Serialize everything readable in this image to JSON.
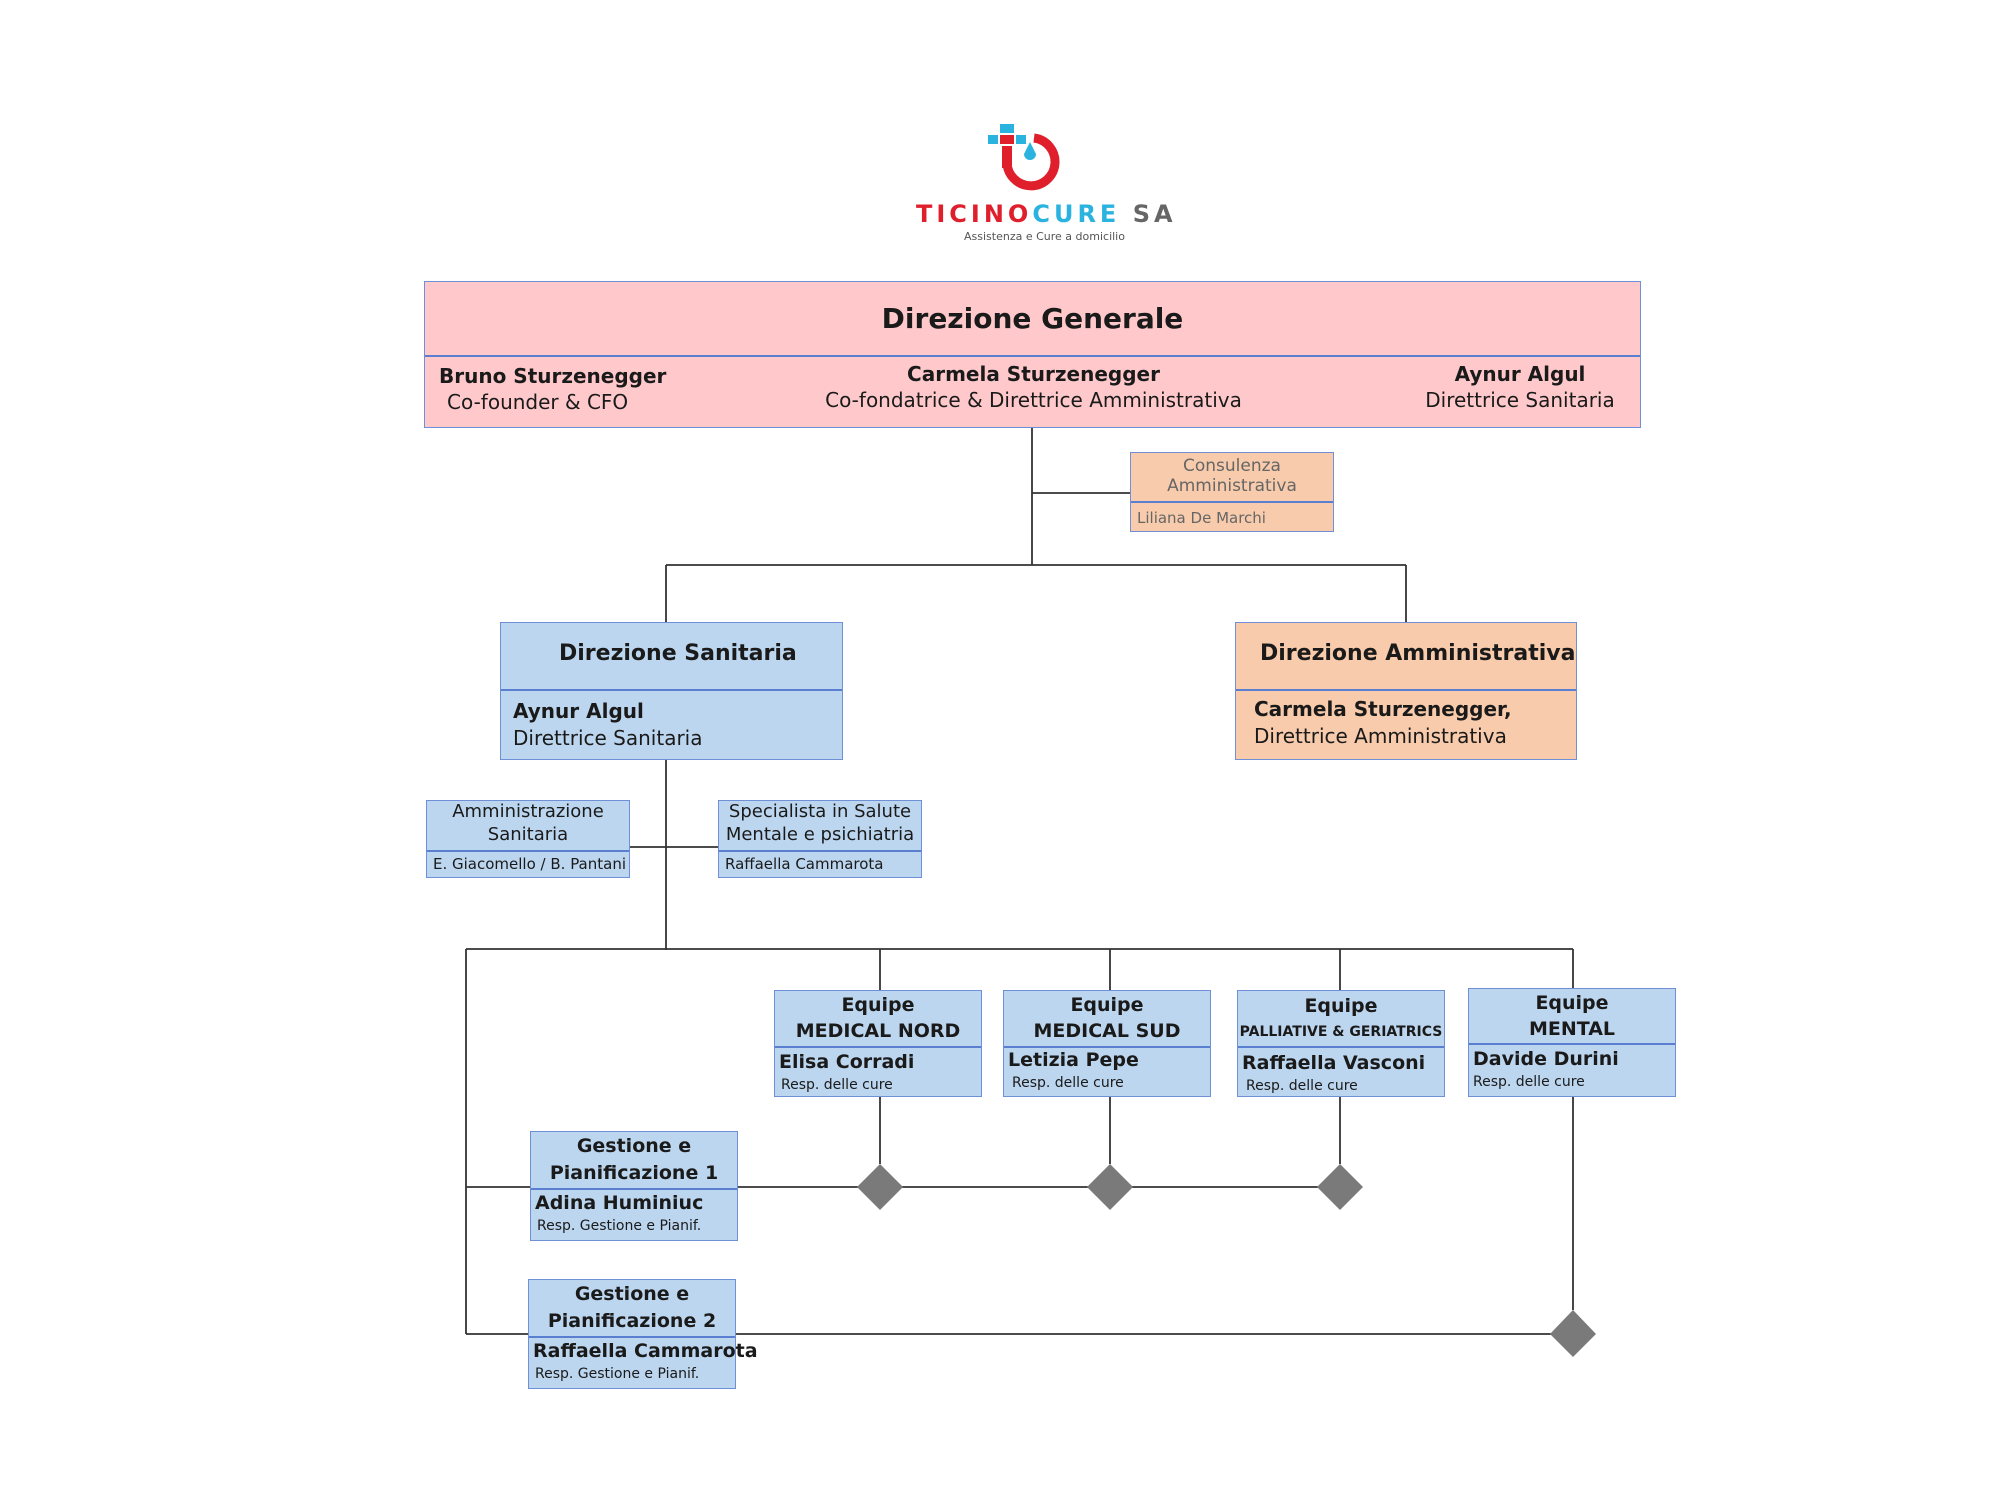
{
  "logo": {
    "word_ticino": "TICINO",
    "word_cure": "CURE",
    "word_sa": "SA",
    "tagline": "Assistenza e Cure a domicilio",
    "colors": {
      "red": "#e01f2d",
      "cyan": "#2bb3e0",
      "gray": "#666666"
    }
  },
  "direzione_generale": {
    "title": "Direzione Generale",
    "members": [
      {
        "name": "Bruno Sturzenegger",
        "role": "Co-founder & CFO"
      },
      {
        "name": "Carmela Sturzenegger",
        "role": "Co-fondatrice & Direttrice Amministrativa"
      },
      {
        "name": "Aynur Algul",
        "role": "Direttrice Sanitaria"
      }
    ]
  },
  "consulenza": {
    "title_line1": "Consulenza",
    "title_line2": "Amministrativa",
    "person": "Liliana De Marchi"
  },
  "direzione_sanitaria": {
    "title": "Direzione Sanitaria",
    "name": "Aynur Algul",
    "role": "Direttrice Sanitaria"
  },
  "direzione_amministrativa": {
    "title": "Direzione Amministrativa",
    "name": "Carmela Sturzenegger,",
    "role": "Direttrice Amministrativa"
  },
  "amministrazione_sanitaria": {
    "title_line1": "Amministrazione",
    "title_line2": "Sanitaria",
    "person": "E. Giacomello / B. Pantani"
  },
  "specialista": {
    "title_line1": "Specialista in Salute",
    "title_line2": "Mentale e psichiatria",
    "person": "Raffaella Cammarota"
  },
  "equipes": [
    {
      "line1": "Equipe",
      "line2": "MEDICAL NORD",
      "name": "Elisa Corradi",
      "role": "Resp. delle cure"
    },
    {
      "line1": "Equipe",
      "line2": "MEDICAL SUD",
      "name": "Letizia Pepe",
      "role": "Resp. delle cure"
    },
    {
      "line1": "Equipe",
      "line2": "PALLIATIVE & GERIATRICS",
      "name": "Raffaella Vasconi",
      "role": "Resp. delle cure"
    },
    {
      "line1": "Equipe",
      "line2": "MENTAL",
      "name": "Davide Durini",
      "role": "Resp. delle cure"
    }
  ],
  "gestione": [
    {
      "line1": "Gestione e",
      "line2": "Pianificazione 1",
      "name": "Adina Huminiuc",
      "role": "Resp. Gestione e Pianif."
    },
    {
      "line1": "Gestione e",
      "line2": "Pianificazione 2",
      "name": "Raffaella Cammarota",
      "role": "Resp. Gestione e Pianif."
    }
  ],
  "colors": {
    "pink": "#ffc9cb",
    "blue": "#bcd6ef",
    "peach": "#f7cbab",
    "border": "#6f8fd6",
    "line": "#333333",
    "diamond": "#7a7a7a"
  }
}
